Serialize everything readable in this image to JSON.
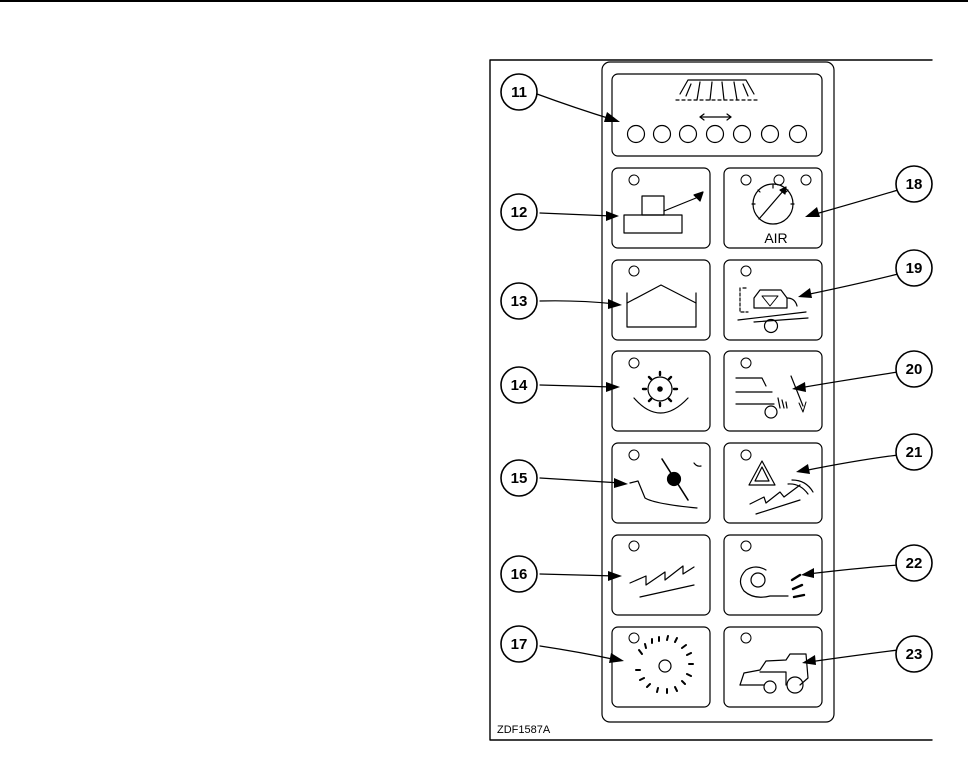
{
  "figure": {
    "id": "ZDF1587A",
    "air_label": "AIR",
    "callouts": [
      "11",
      "12",
      "13",
      "14",
      "15",
      "16",
      "17",
      "18",
      "19",
      "20",
      "21",
      "22",
      "23"
    ]
  },
  "icons": {
    "callout-11": "header-height-indicator-icon",
    "callout-12": "unloading-auger-icon",
    "callout-13": "grain-tank-full-icon",
    "callout-14": "rotor-speed-icon",
    "callout-15": "feeder-house-icon",
    "callout-16": "straw-walker-icon",
    "callout-17": "chopper-icon",
    "callout-18": "air-pressure-gauge-icon",
    "callout-19": "engine-icon",
    "callout-20": "cleaning-shoe-icon",
    "callout-21": "hazard-warning-icon",
    "callout-22": "cleaning-fan-icon",
    "callout-23": "combine-icon"
  }
}
